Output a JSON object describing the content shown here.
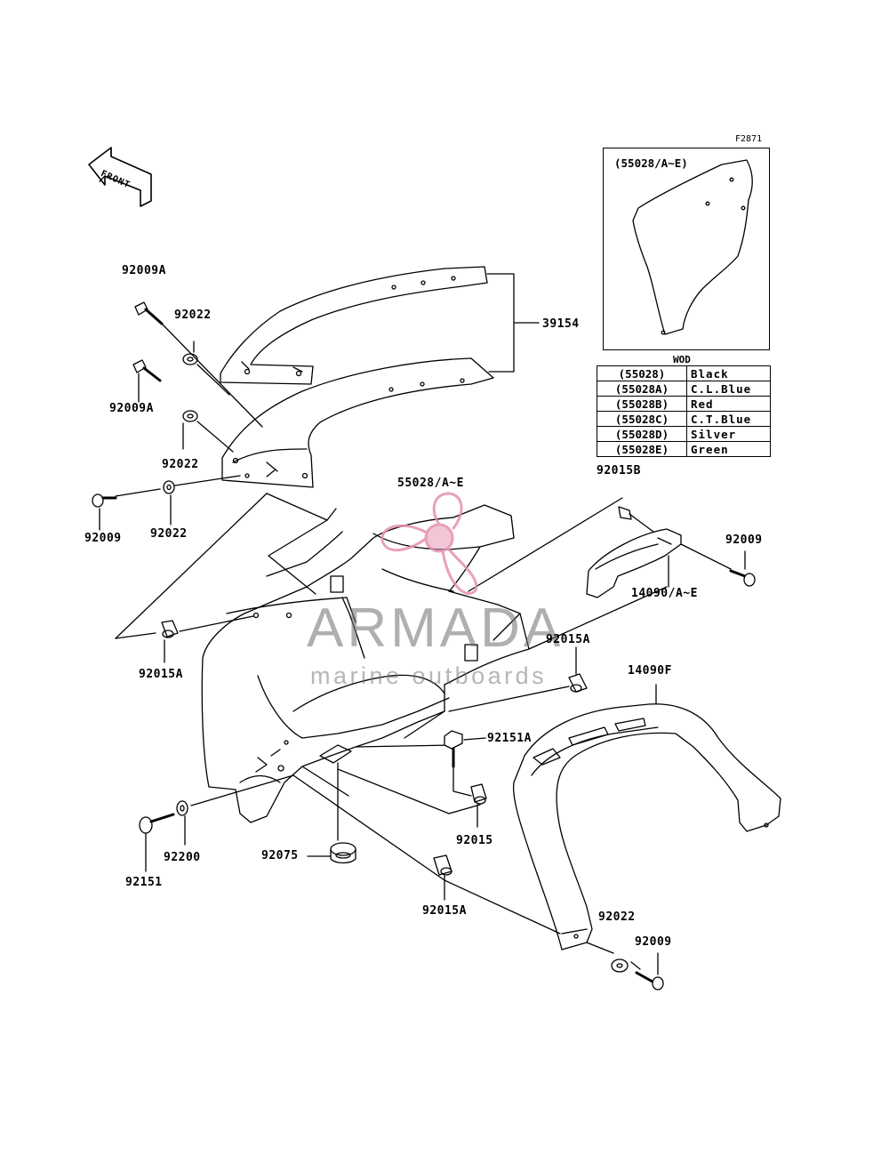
{
  "figure_code": "F2871",
  "front_arrow_text": "FRONT",
  "inset": {
    "title": "(55028/A~E)"
  },
  "color_table": {
    "title": "WOD",
    "rows": [
      {
        "code": "(55028)",
        "color": "Black"
      },
      {
        "code": "(55028A)",
        "color": "C.L.Blue"
      },
      {
        "code": "(55028B)",
        "color": "Red"
      },
      {
        "code": "(55028C)",
        "color": "C.T.Blue"
      },
      {
        "code": "(55028D)",
        "color": "Silver"
      },
      {
        "code": "(55028E)",
        "color": "Green"
      }
    ]
  },
  "part_labels": {
    "p92009A_top": "92009A",
    "p92022_top": "92022",
    "p39154": "39154",
    "p92009A_mid": "92009A",
    "p92022_mid": "92022",
    "p92009_left": "92009",
    "p92022_low": "92022",
    "p92015B": "92015B",
    "p55028": "55028/A~E",
    "p92009_right": "92009",
    "p14090AE": "14090/A~E",
    "p92015A_left": "92015A",
    "p92015A_right": "92015A",
    "p14090F": "14090F",
    "p92151A": "92151A",
    "p92200": "92200",
    "p92151": "92151",
    "p92015": "92015",
    "p92075": "92075",
    "p92015A_bottom": "92015A",
    "p92022_bottom": "92022",
    "p92009_bottom": "92009"
  },
  "watermark": {
    "brand": "ARMADA",
    "tagline": "marine outboards",
    "accent_color": "#e58fb0",
    "text_color": "#7a7a7a"
  }
}
